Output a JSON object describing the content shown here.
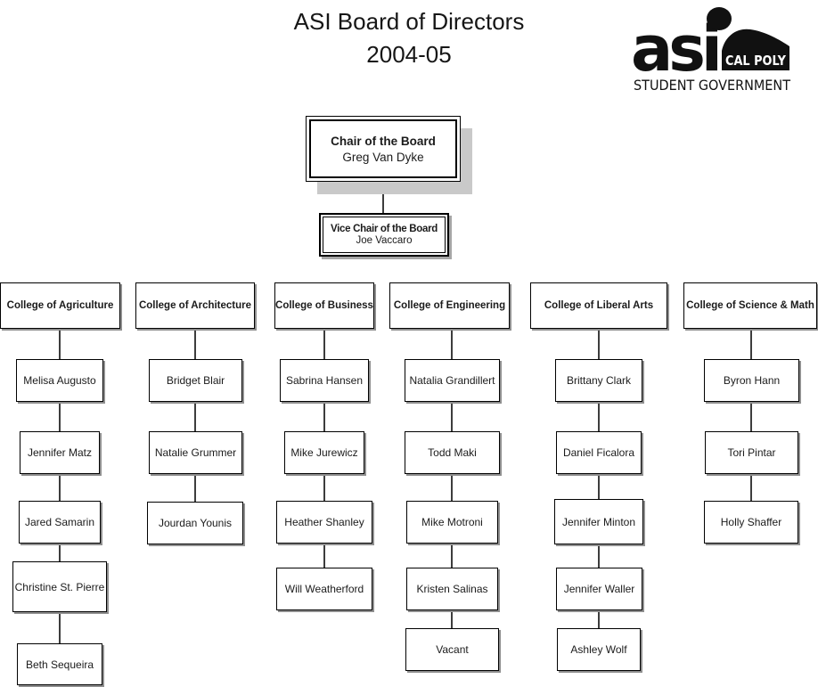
{
  "title": {
    "line1": "ASI Board of Directors",
    "line2": "2004-05"
  },
  "logo": {
    "acronym": "asi",
    "brand": "CAL POLY",
    "subtitle": "STUDENT GOVERNMENT"
  },
  "chair": {
    "title": "Chair of the Board",
    "name": "Greg Van Dyke"
  },
  "vice_chair": {
    "title": "Vice Chair of the Board",
    "name": "Joe Vaccaro"
  },
  "colleges": [
    {
      "title": "College of Agriculture",
      "members": [
        "Melisa Augusto",
        "Jennifer Matz",
        "Jared Samarin",
        "Christine St. Pierre",
        "Beth Sequeira"
      ]
    },
    {
      "title": "College of Architecture",
      "members": [
        "Bridget Blair",
        "Natalie Grummer",
        "Jourdan Younis"
      ]
    },
    {
      "title": "College of Business",
      "members": [
        "Sabrina Hansen",
        "Mike Jurewicz",
        "Heather Shanley",
        "Will Weatherford"
      ]
    },
    {
      "title": "College of Engineering",
      "members": [
        "Natalia Grandillert",
        "Todd Maki",
        "Mike Motroni",
        "Kristen Salinas",
        "Vacant"
      ]
    },
    {
      "title": "College of Liberal Arts",
      "members": [
        "Brittany Clark",
        "Daniel Ficalora",
        "Jennifer Minton",
        "Jennifer Waller",
        "Ashley Wolf"
      ]
    },
    {
      "title": "College of Science & Math",
      "members": [
        "Byron Hann",
        "Tori Pintar",
        "Holly Shaffer"
      ]
    }
  ],
  "colors": {
    "box_border": "#000000",
    "connector": "#3d3d3d",
    "chair_shadow": "#c9c9c9",
    "small_box_shadow": "#8f8f8f",
    "logo_ink": "#111111"
  }
}
